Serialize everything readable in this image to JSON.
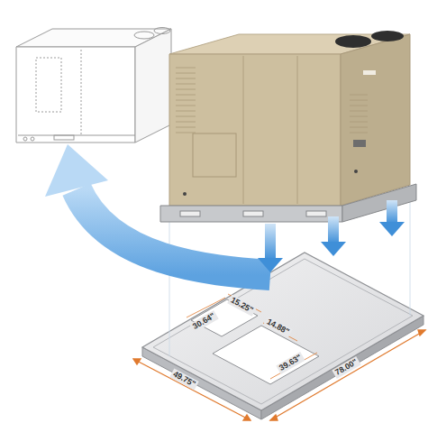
{
  "diagram": {
    "labels": [
      "15.25\"",
      "30.64\"",
      "14.88\"",
      "39.63\"",
      "49.75\"",
      "78.00\""
    ]
  }
}
